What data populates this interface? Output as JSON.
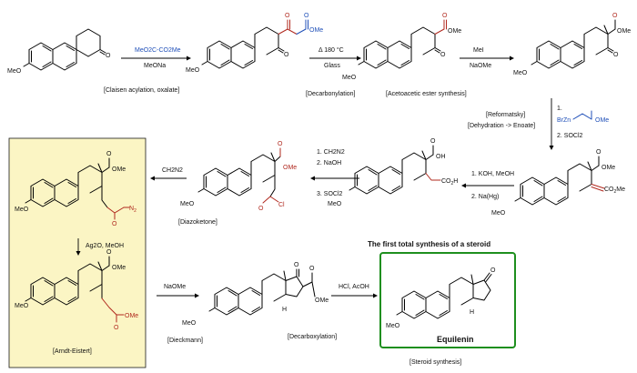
{
  "colors": {
    "highlight_panel": "#fbf5c4",
    "highlight_border": "#1a1a1a",
    "product_border": "#1e8f1e",
    "red_fragment": "#b0281e",
    "blue_fragment": "#1f4fb8"
  },
  "steps": [
    {
      "reagents": [
        "MeO2C-CO2Me",
        "MeONa"
      ],
      "caption": "[Claisen acylation, oxalate]"
    },
    {
      "reagents": [
        "Δ 180 °C",
        "Glass"
      ],
      "caption": "[Decarbonylation]"
    },
    {
      "reagents": [
        "MeI",
        "NaOMe"
      ],
      "caption": "[Acetoacetic ester synthesis]"
    },
    {
      "reagents": [
        "1.",
        "BrZn",
        "2. SOCl2"
      ],
      "caption": "[Reformatsky]",
      "caption2": "[Dehydration -> Enoate]"
    },
    {
      "reagents": [
        "1. KOH, MeOH",
        "2. Na(Hg)"
      ]
    },
    {
      "reagents": [
        "1. CH2N2",
        "2. NaOH",
        "3. SOCl2"
      ],
      "caption": "[Diazoketone]"
    },
    {
      "reagents": [
        "CH2N2"
      ]
    },
    {
      "reagents": [
        "Ag2O, MeOH"
      ],
      "caption": "[Arndt-Eistert]"
    },
    {
      "reagents": [
        "NaOMe"
      ],
      "caption": "[Dieckmann]"
    },
    {
      "reagents": [
        "HCl, AcOH"
      ],
      "caption": "[Decarboxylation]"
    }
  ],
  "atom_labels": {
    "meo": "MeO",
    "o": "O",
    "ome": "OMe",
    "oh": "OH",
    "cl": "Cl",
    "n2": "N",
    "n2_sub": "2",
    "co2h": "CO",
    "co2h_sub": "2",
    "co2h_tail": "H",
    "co2me": "CO",
    "co2me_sub": "2",
    "co2me_tail": "Me",
    "h": "H"
  },
  "product": {
    "title": "The first total synthesis of a steroid",
    "name": "Equilenin",
    "caption": "[Steroid synthesis]"
  }
}
